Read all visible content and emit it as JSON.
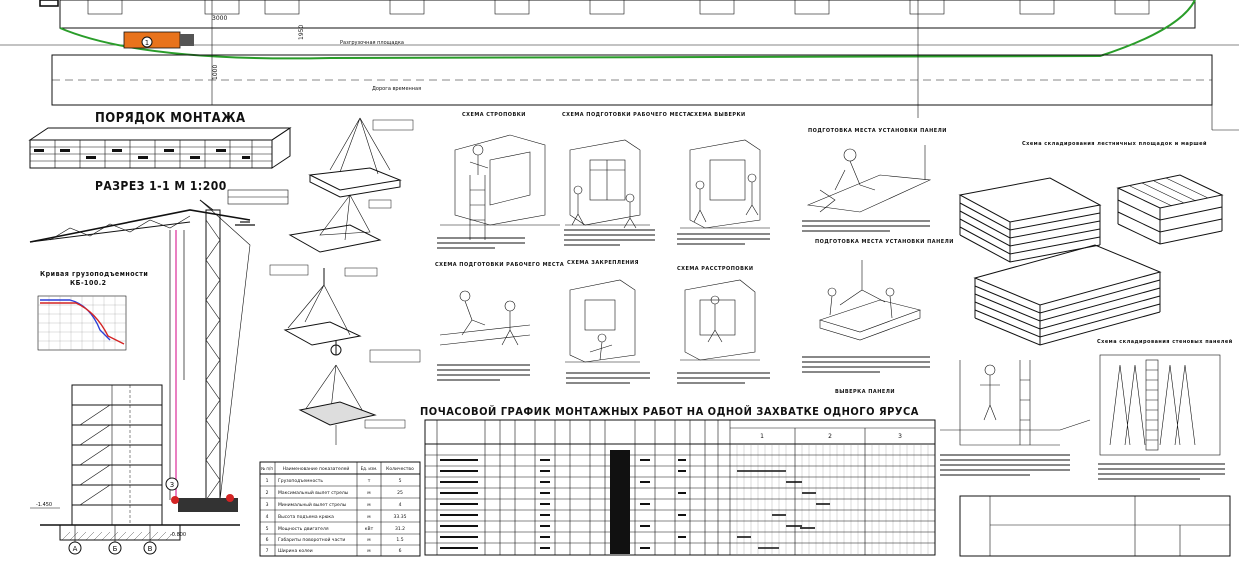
{
  "titles": {
    "mounting_order": "ПОРЯДОК МОНТАЖА",
    "section": "РАЗРЕЗ 1-1 М 1:200",
    "crane_capacity": "Кривая грузоподъемности",
    "crane_model": "КБ-100.2",
    "hourly_schedule": "ПОЧАСОВОЙ ГРАФИК МОНТАЖНЫХ РАБОТ НА ОДНОЙ ЗАХВАТКЕ ОДНОГО ЯРУСА",
    "road": "Дорога временная",
    "platform": "Разгрузочная площадка"
  },
  "schemes": {
    "slinging": "СХЕМА СТРОПОВКИ",
    "workplace_prep_1": "СХЕМА ПОДГОТОВКИ РАБОЧЕГО МЕСТА",
    "alignment": "СХЕМА ВЫВЕРКИ",
    "panel_site_prep": "ПОДГОТОВКА МЕСТА УСТАНОВКИ ПАНЕЛИ",
    "panel_install": "ПОДГОТОВКА МЕСТА УСТАНОВКИ ПАНЕЛИ",
    "workplace_prep_2": "СХЕМА ПОДГОТОВКИ РАБОЧЕГО МЕСТА",
    "fixing": "СХЕМА ЗАКРЕПЛЕНИЯ",
    "unslinging": "СХЕМА РАССТРОПОВКИ",
    "panel_alignment": "ВЫВЕРКА ПАНЕЛИ",
    "stair_storage": "Схема складирования лестничных площадок и маршей",
    "wall_storage": "Схема складирования стеновых панелей"
  },
  "axes": {
    "a": "А",
    "b": "Б",
    "v": "В",
    "crane_no": "1",
    "crane_no_section": "3"
  },
  "dimensions": {
    "d1": "1000",
    "d2": "3000",
    "d3": "1950",
    "level": "-1.450",
    "bottom": "-0.800"
  },
  "spec_table": {
    "headers": [
      "№ п/п",
      "Наименование показателей",
      "Ед. изм.",
      "Количество"
    ],
    "rows": [
      [
        "1",
        "Грузоподъемность",
        "т",
        "5"
      ],
      [
        "2",
        "Максимальный вылет стрелы",
        "м",
        "25"
      ],
      [
        "3",
        "Минимальный вылет стрелы",
        "м",
        "4"
      ],
      [
        "4",
        "Высота подъема крюка",
        "м",
        "33.35"
      ],
      [
        "5",
        "Мощность двигателя",
        "кВт",
        "31.2"
      ],
      [
        "6",
        "Габариты поворотной части",
        "м",
        "1.5"
      ],
      [
        "7",
        "Ширина колеи",
        "м",
        "6"
      ]
    ]
  },
  "schedule_days": [
    "1",
    "2",
    "3"
  ],
  "colors": {
    "crane_path": "#2a9d2a",
    "truck": "#e8731c",
    "capacity_blue": "#2b3fd6",
    "capacity_red": "#d42424",
    "crane_mast_red": "#d42424",
    "pink": "#e04aa8"
  }
}
